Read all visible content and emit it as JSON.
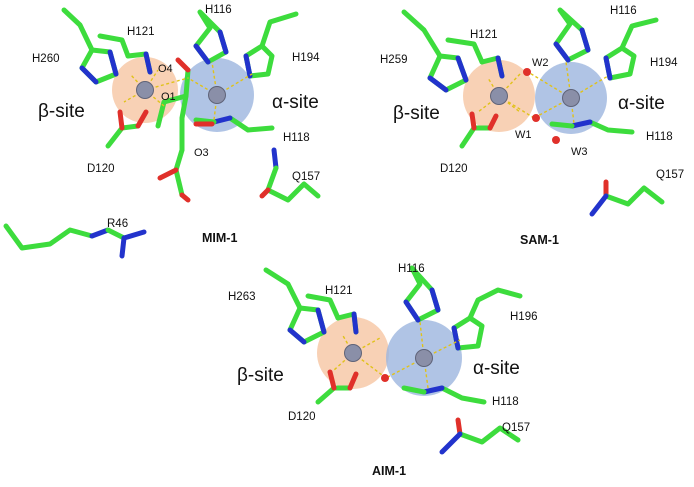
{
  "colors": {
    "carbon": "#3ddc3d",
    "nitrogen": "#2233cc",
    "oxygen": "#e0302a",
    "zinc": "#8a8fa8",
    "beta_sphere": "#f7c9a8",
    "alpha_sphere": "#9cb5de",
    "coordination": "#e0c21a"
  },
  "panels": [
    {
      "name": "MIM-1",
      "beta_label": "β-site",
      "alpha_label": "α-site",
      "residues": [
        "H121",
        "H116",
        "H260",
        "H194",
        "H118",
        "D120",
        "Q157",
        "R46"
      ],
      "atoms": [
        "O4",
        "O1",
        "O3"
      ]
    },
    {
      "name": "SAM-1",
      "beta_label": "β-site",
      "alpha_label": "α-site",
      "residues": [
        "H121",
        "H116",
        "H259",
        "H194",
        "H118",
        "D120",
        "Q157"
      ],
      "atoms": [
        "W2",
        "W1",
        "W3"
      ]
    },
    {
      "name": "AIM-1",
      "beta_label": "β-site",
      "alpha_label": "α-site",
      "residues": [
        "H116",
        "H263",
        "H121",
        "H196",
        "H118",
        "D120",
        "Q157"
      ],
      "atoms": []
    }
  ]
}
